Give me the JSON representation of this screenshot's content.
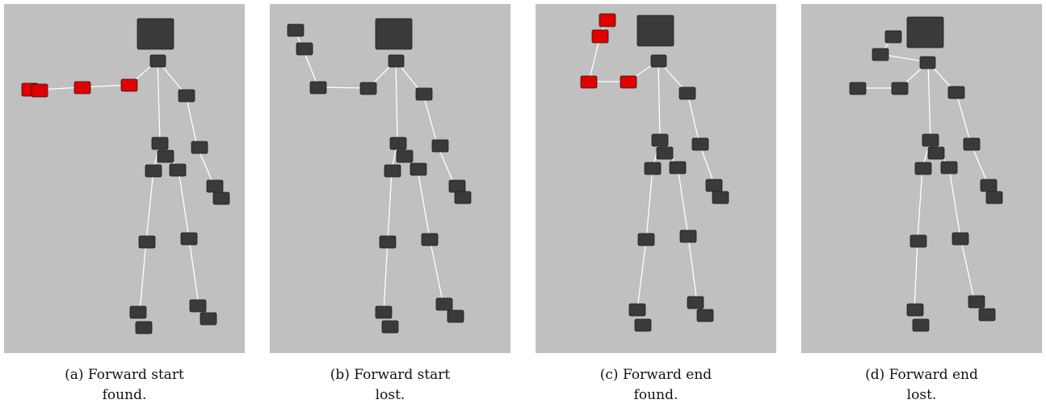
{
  "colors": {
    "background": "#c0c0c0",
    "joint": "#3a3a3a",
    "highlight": "#e00000",
    "bone": "#ffffff"
  },
  "panels": [
    {
      "caption_line1": "(a) Forward start",
      "caption_line2": "found.",
      "highlighted_joints": [
        "left-elbow",
        "left-hand",
        "left-hand-tip"
      ]
    },
    {
      "caption_line1": "(b) Forward start",
      "caption_line2": "lost.",
      "highlighted_joints": []
    },
    {
      "caption_line1": "(c) Forward end",
      "caption_line2": "found.",
      "highlighted_joints": [
        "left-elbow",
        "left-wrist",
        "left-hand",
        "left-hand-tip"
      ]
    },
    {
      "caption_line1": "(d) Forward end",
      "caption_line2": "lost.",
      "highlighted_joints": []
    }
  ]
}
